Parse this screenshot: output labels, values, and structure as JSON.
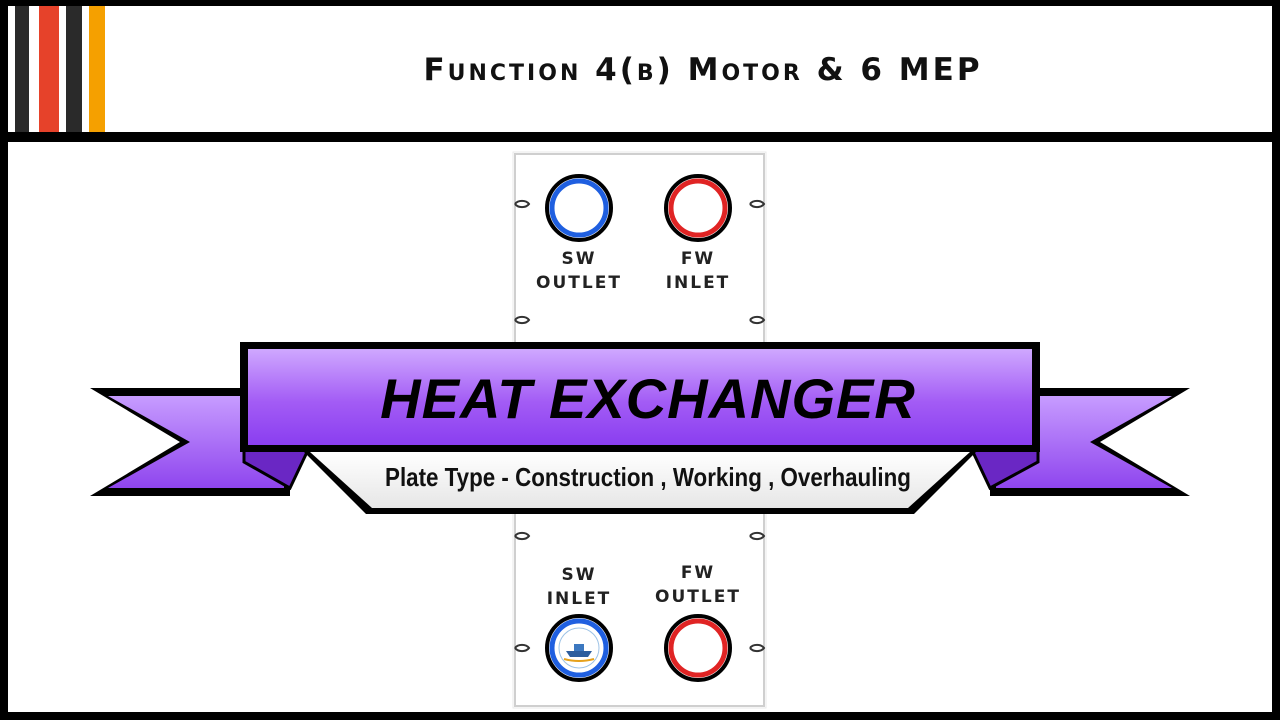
{
  "header": {
    "title": "Function 4(b) Motor & 6 MEP",
    "stripe_colors": [
      "#2a2a2a",
      "#e6422a",
      "#2a2a2a",
      "#f5a000"
    ]
  },
  "plate": {
    "top_ports": [
      {
        "line1": "SW",
        "line2": "OUTLET",
        "color": "#1f5fe0"
      },
      {
        "line1": "FW",
        "line2": "INLET",
        "color": "#e02424"
      }
    ],
    "bottom_ports": [
      {
        "line1": "SW",
        "line2": "INLET",
        "color": "#1f5fe0"
      },
      {
        "line1": "FW",
        "line2": "OUTLET",
        "color": "#e02424"
      }
    ]
  },
  "banner": {
    "title": "HEAT EXCHANGER",
    "subtitle": "Plate Type - Construction , Working , Overhauling",
    "colors": {
      "ribbon": "#a35cf5",
      "ribbon_dark": "#7a35d8"
    }
  }
}
